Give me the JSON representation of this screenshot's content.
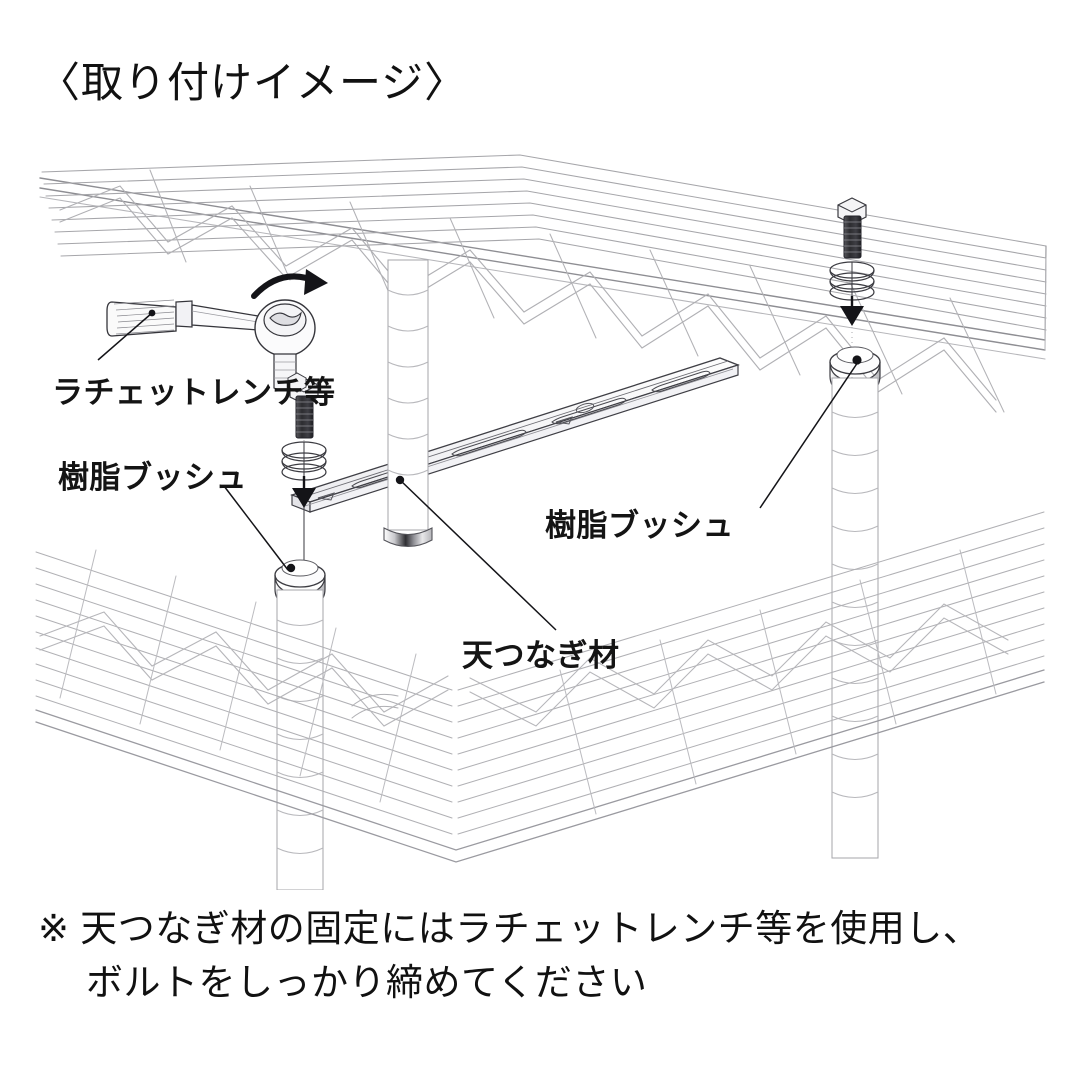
{
  "title": "〈取り付けイメージ〉",
  "labels": {
    "wrench": "ラチェットレンチ等",
    "bush_left": "樹脂ブッシュ",
    "bush_right": "樹脂ブッシュ",
    "beam": "天つなぎ材"
  },
  "note": {
    "line1": "※ 天つなぎ材の固定にはラチェットレンチ等を使用し、",
    "line2": "ボルトをしっかり締めてください"
  },
  "colors": {
    "background": "#ffffff",
    "text": "#111111",
    "line_art": "#9a9a9e",
    "line_art_dark": "#3a3a3e",
    "bolt_shaft": "#3c3c40",
    "leader": "#141414"
  },
  "diagram": {
    "type": "isometric-exploded-assembly",
    "subject": "wire-shelving-top-connector-beam",
    "parts": [
      {
        "name": "ratchet-wrench",
        "label": "ラチェットレンチ等",
        "count": 1
      },
      {
        "name": "hex-bolt",
        "count": 2
      },
      {
        "name": "resin-bush-spring",
        "label": "樹脂ブッシュ",
        "count": 2
      },
      {
        "name": "connector-beam",
        "label": "天つなぎ材",
        "count": 1
      },
      {
        "name": "post-cap-bush",
        "label": "樹脂ブッシュ",
        "count": 2
      },
      {
        "name": "shelf-post",
        "count": 4
      },
      {
        "name": "wire-shelf",
        "count": 2
      }
    ],
    "arrows": [
      {
        "name": "rotation-arrow",
        "direction": "clockwise"
      },
      {
        "name": "assembly-arrow-left",
        "direction": "down"
      },
      {
        "name": "assembly-arrow-right",
        "direction": "down"
      }
    ]
  }
}
